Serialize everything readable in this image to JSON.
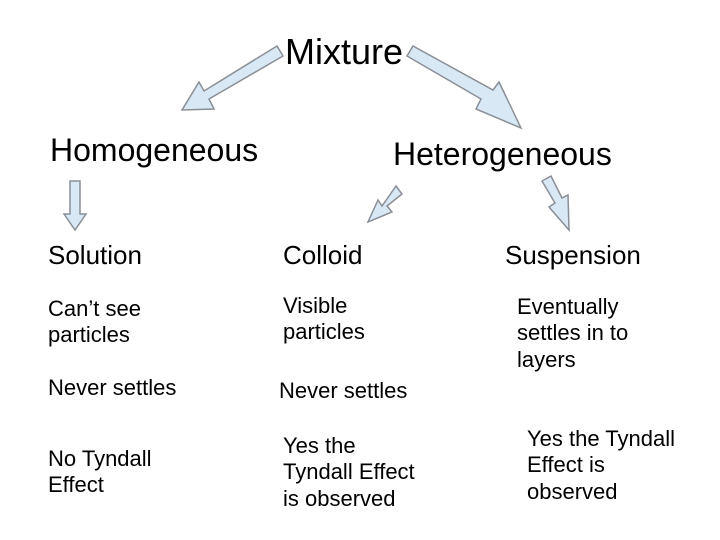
{
  "title": "Mixture",
  "branches": {
    "homogeneous": "Homogeneous",
    "heterogeneous": "Heterogeneous"
  },
  "columns": [
    {
      "name": "Solution",
      "visibility": "Can’t see\nparticles",
      "settling": "Never settles",
      "tyndall": "No Tyndall\nEffect"
    },
    {
      "name": "Colloid",
      "visibility": "Visible\nparticles",
      "settling": "Never settles",
      "tyndall": "Yes the\nTyndall Effect\nis observed"
    },
    {
      "name": "Suspension",
      "visibility": "Eventually\nsettles in to\nlayers",
      "tyndall": "Yes the Tyndall\nEffect is\nobserved"
    }
  ],
  "colors": {
    "arrow_fill": "#d9e8f5",
    "arrow_stroke": "#8a8f96",
    "text": "#000000"
  }
}
